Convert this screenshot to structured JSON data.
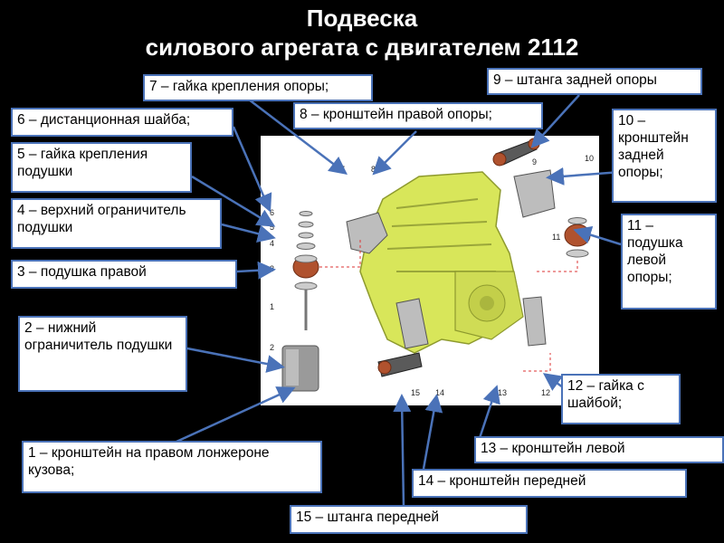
{
  "title": {
    "line1": "Подвеска",
    "line2": "силового агрегата с двигателем 2112"
  },
  "labels": [
    {
      "id": "7",
      "text": "7 – гайка крепления опоры;"
    },
    {
      "id": "9",
      "text": "9 – штанга задней опоры"
    },
    {
      "id": "8",
      "text": "8 – кронштейн правой опоры;"
    },
    {
      "id": "6",
      "text": "6 – дистанционная шайба;"
    },
    {
      "id": "10",
      "text": "10 – кронштейн задней опоры;"
    },
    {
      "id": "5",
      "text": "5 – гайка крепления подушки"
    },
    {
      "id": "4",
      "text": "4 – верхний ограничитель подушки"
    },
    {
      "id": "11",
      "text": "11 – подушка левой опоры;"
    },
    {
      "id": "3",
      "text": "3 – подушка правой"
    },
    {
      "id": "2",
      "text": "2 – нижний ограничитель подушки"
    },
    {
      "id": "12",
      "text": "12 – гайка с шайбой;"
    },
    {
      "id": "13",
      "text": "13 – кронштейн левой"
    },
    {
      "id": "1",
      "text": "1 – кронштейн на правом лонжероне кузова;"
    },
    {
      "id": "14",
      "text": "14 – кронштейн передней"
    },
    {
      "id": "15",
      "text": "15 – штанга передней"
    }
  ],
  "callouts": [
    "1",
    "2",
    "3",
    "4",
    "5",
    "6",
    "7",
    "8",
    "9",
    "10",
    "11",
    "12",
    "13",
    "14",
    "15"
  ],
  "colors": {
    "background": "#000000",
    "label_border": "#4a72b8",
    "arrow": "#4a72b8",
    "engine": "#d8e65a",
    "cushion": "#b0522e"
  }
}
